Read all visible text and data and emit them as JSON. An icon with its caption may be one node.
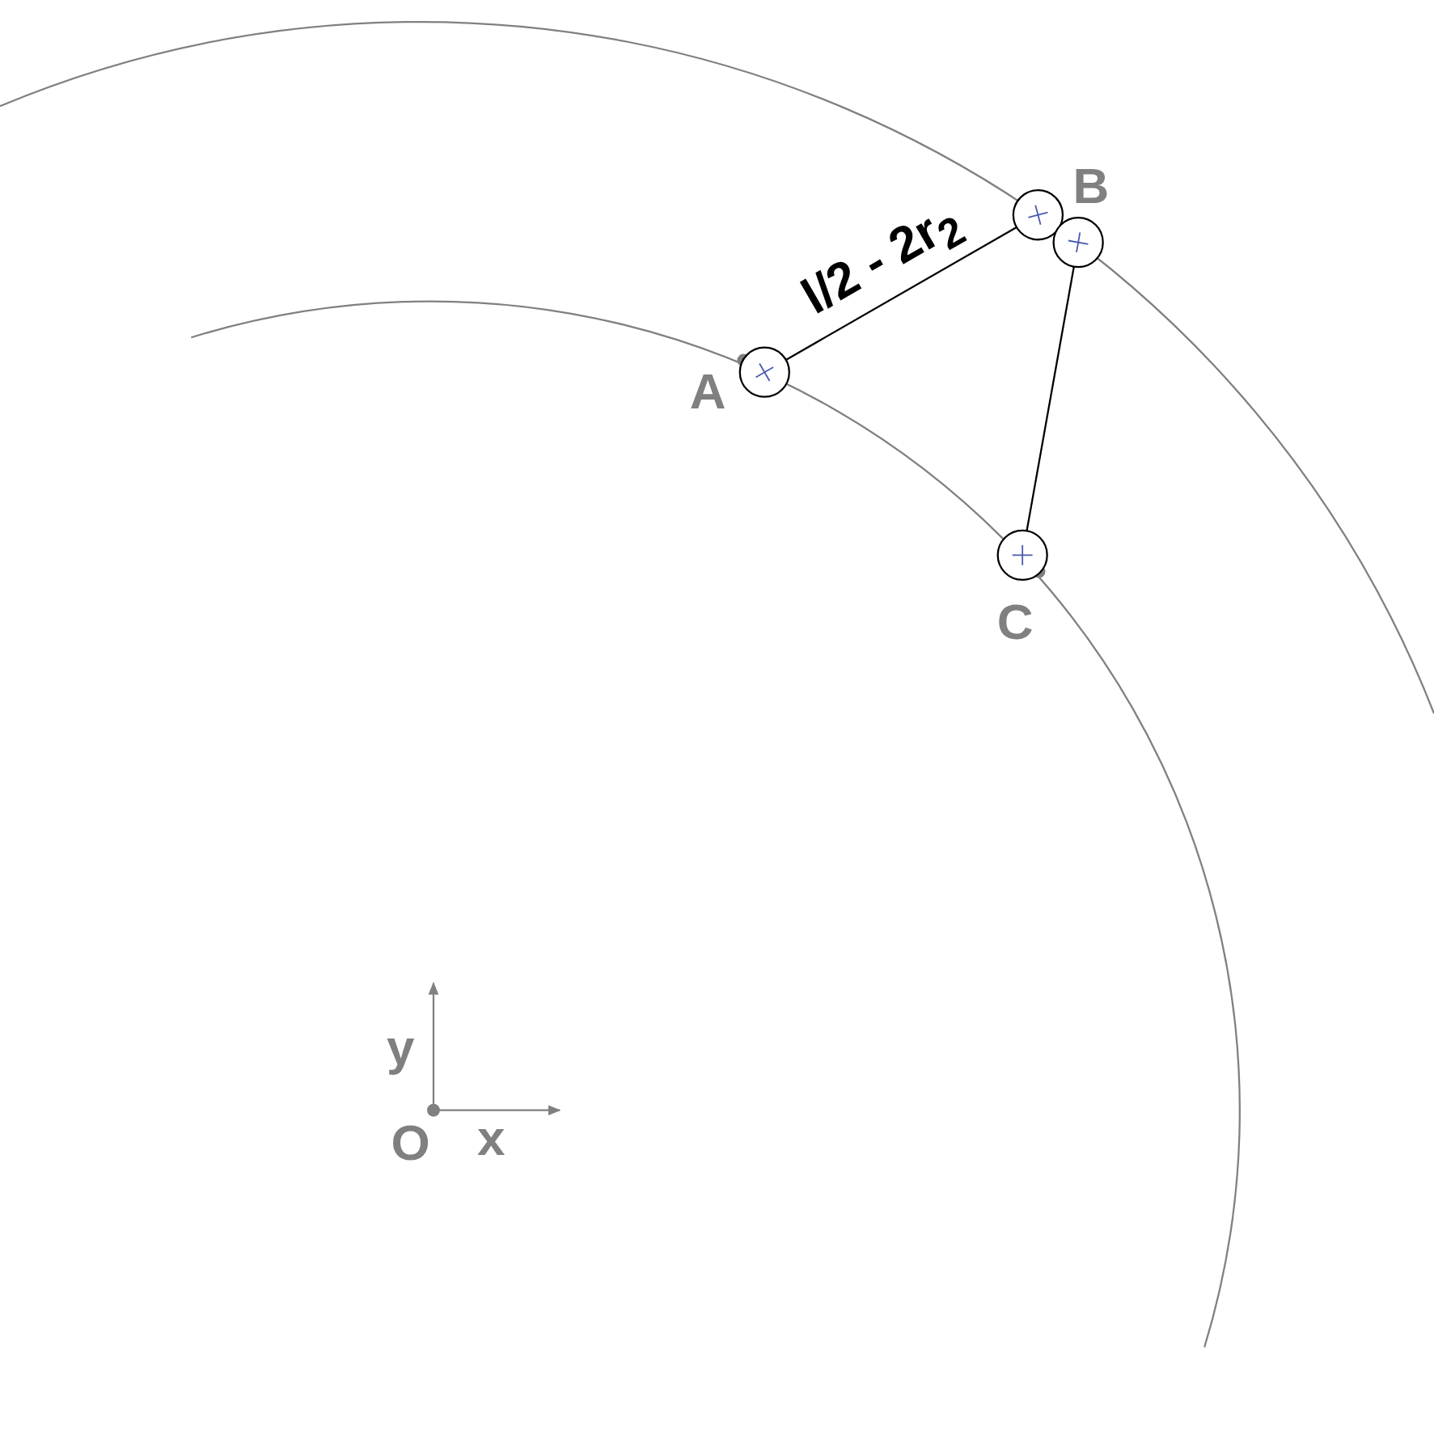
{
  "diagram": {
    "nodes": [
      {
        "text": [],
        "shape": "circle",
        "beside": [
          "A"
        ]
      },
      {
        "text": [],
        "shape": "circle",
        "beside": [
          "B"
        ]
      },
      {
        "text": [],
        "shape": "circle"
      },
      {
        "text": [],
        "shape": "circle",
        "beside": [
          "C"
        ]
      }
    ],
    "edges": [
      {
        "from": 0,
        "to": 1,
        "arrow": "none",
        "label": "l/2 - 2r$_{2}$"
      },
      {
        "from": 2,
        "to": 3,
        "arrow": "none"
      }
    ],
    "labels": [
      "y",
      "O",
      "x"
    ]
  }
}
